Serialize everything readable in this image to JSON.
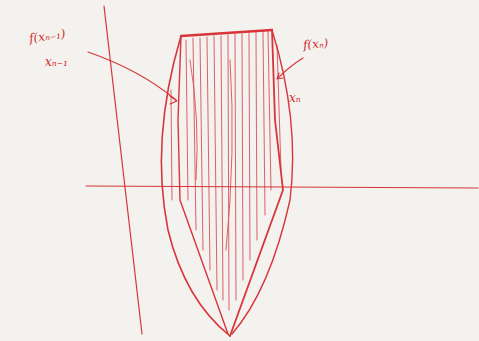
{
  "diagram": {
    "labels": [
      "f(xₙ₋₁)",
      "xₙ₋₁",
      "f(xₙ)",
      "xₙ"
    ]
  }
}
